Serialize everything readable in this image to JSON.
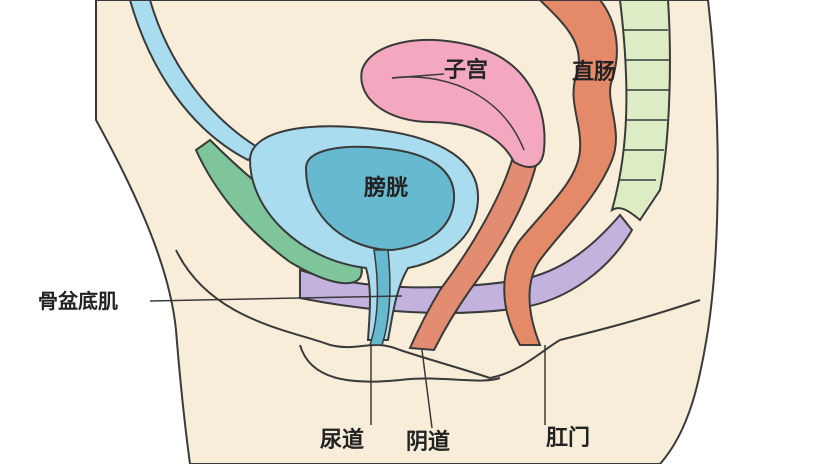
{
  "labels": {
    "uterus": "子宫",
    "rectum": "直肠",
    "bladder": "膀胱",
    "pelvic_floor": "骨盆底肌",
    "urethra": "尿道",
    "vagina": "阴道",
    "anus": "肛门"
  },
  "colors": {
    "skin": "#f7edd8",
    "skin_shade": "#f1e2c6",
    "outline": "#3a3a3a",
    "uterus": "#f4a8bf",
    "uterus_shade": "#ee93ad",
    "rectum": "#e48a68",
    "bladder_outer": "#a9dcef",
    "bladder_inner": "#66b9cf",
    "pubic_bone": "#7ec59b",
    "pelvic_floor": "#c3b1de",
    "spine": "#dcecc4",
    "vagina": "#e28d72"
  }
}
